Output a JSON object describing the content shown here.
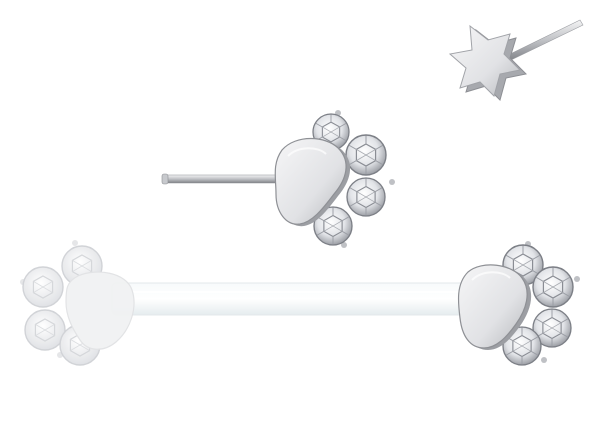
{
  "image": {
    "subject": "product-photo-jewelry",
    "background": "#ffffff"
  },
  "colors": {
    "metal_light": "#f2f2f4",
    "metal_mid": "#c9cacd",
    "metal_dark": "#7d7f84",
    "gem_light": "#ffffff",
    "gem_mid": "#d7d9de",
    "gem_dark": "#9ea1a8",
    "clear_bar": "#eef3f6",
    "faded": "#e9eaec"
  },
  "items": [
    {
      "name": "star-stud",
      "icon": "star-stud-icon"
    },
    {
      "name": "paw-stud",
      "icon": "paw-stud-icon"
    },
    {
      "name": "paw-barbell",
      "icon": "paw-barbell-icon"
    }
  ]
}
